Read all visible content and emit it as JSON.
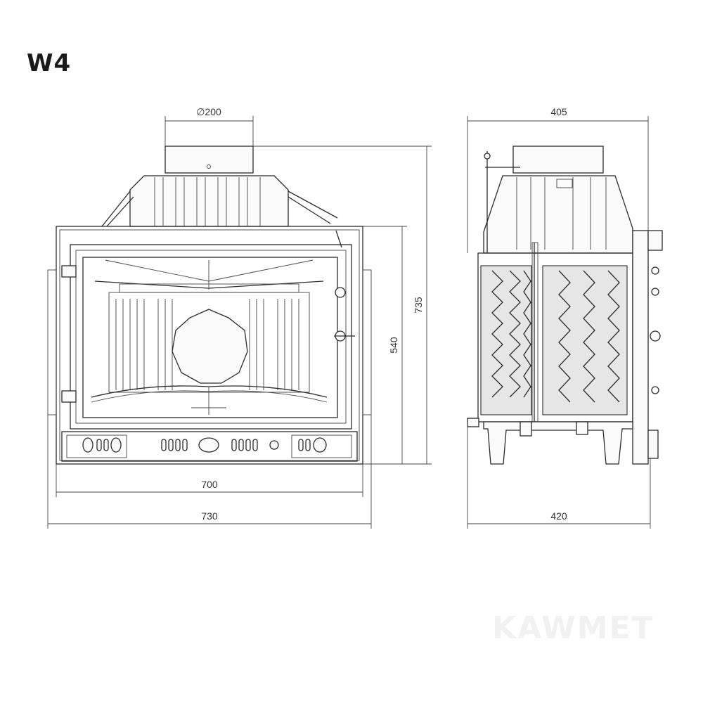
{
  "title": "W4",
  "dimensions": {
    "flue_diameter": "∅200",
    "depth_top": "405",
    "height_total": "735",
    "height_front": "540",
    "width_inner": "700",
    "width_outer": "730",
    "depth_bottom": "420"
  },
  "watermark": "KAWMET"
}
